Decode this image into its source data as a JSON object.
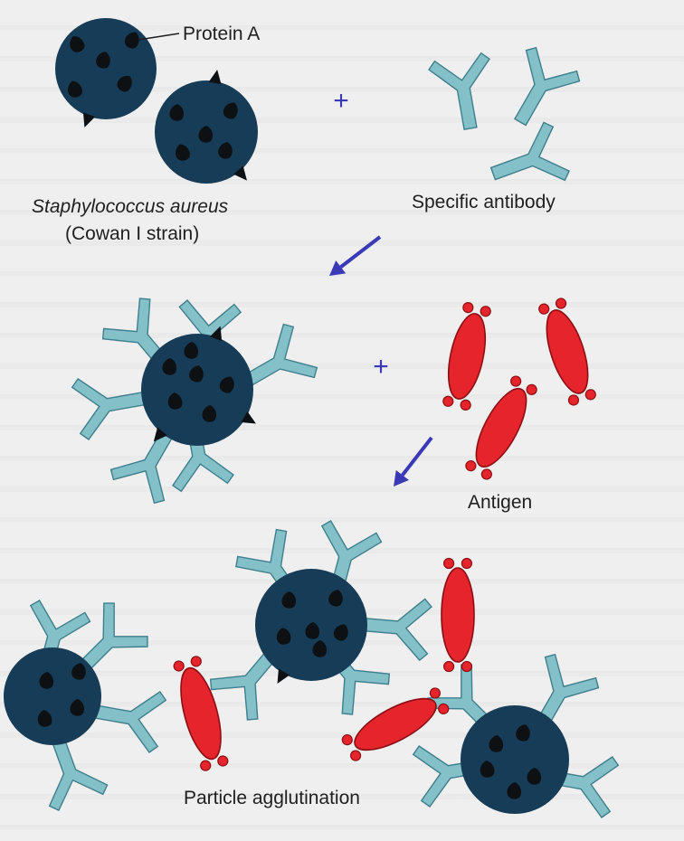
{
  "colors": {
    "bacterium": "#173c57",
    "protein_a": "#0d1114",
    "antibody": "#84c0c8",
    "antibody_edge": "#3f7f8d",
    "antigen": "#e5242c",
    "antigen_edge": "#8c0f14",
    "arrow": "#3a3ab7",
    "plus": "#3a3ab7",
    "text": "#1f1f1f"
  },
  "labels": {
    "protein_a": "Protein A",
    "organism": "Staphylococcus aureus",
    "strain": "(Cowan I strain)",
    "specific_antibody": "Specific antibody",
    "antigen": "Antigen",
    "result": "Particle agglutination"
  },
  "symbols": {
    "plus": "+"
  },
  "icons": {
    "bacterium": "staphylococcus-cell-icon",
    "antibody": "y-shaped-antibody-icon",
    "antigen": "red-antigen-particle-icon",
    "arrow": "reaction-arrow-icon"
  }
}
